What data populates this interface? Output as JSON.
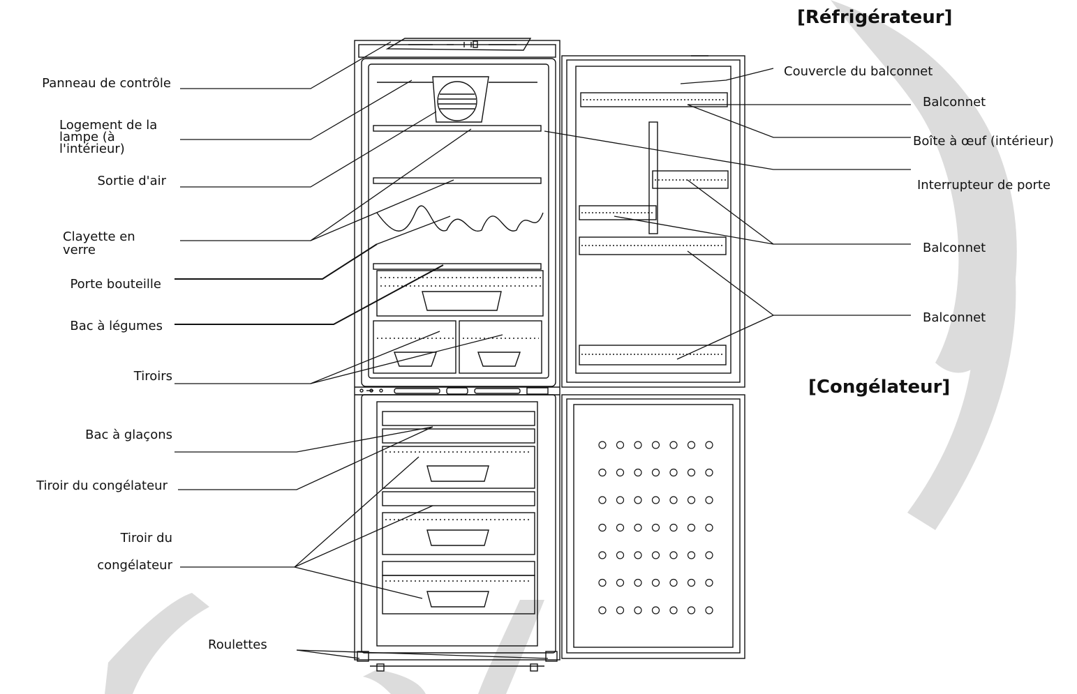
{
  "sections": {
    "refrigerator": "[Réfrigérateur]",
    "freezer": "[Congélateur]"
  },
  "labels": {
    "control_panel": "Panneau de contrôle",
    "lamp_housing": [
      "Logement de la",
      "lampe (à",
      "l'intérieur)"
    ],
    "air_outlet": "Sortie d'air",
    "glass_shelf": [
      "Clayette en",
      "verre"
    ],
    "bottle_holder": "Porte bouteille",
    "vegetable_bin": "Bac à légumes",
    "drawers": "Tiroirs",
    "ice_tray": "Bac à glaçons",
    "freezer_drawer_1": "Tiroir du congélateur",
    "freezer_drawer_2": [
      "Tiroir du",
      "congélateur"
    ],
    "casters": "Roulettes",
    "door_rack_cover": "Couvercle du balconnet",
    "door_rack_1": "Balconnet",
    "egg_box": "Boîte à œuf (intérieur)",
    "door_switch": "Interrupteur de porte",
    "door_rack_2": "Balconnet",
    "door_rack_3": "Balconnet"
  },
  "colors": {
    "line": "#111111",
    "watermark": "#dcdcdc"
  }
}
